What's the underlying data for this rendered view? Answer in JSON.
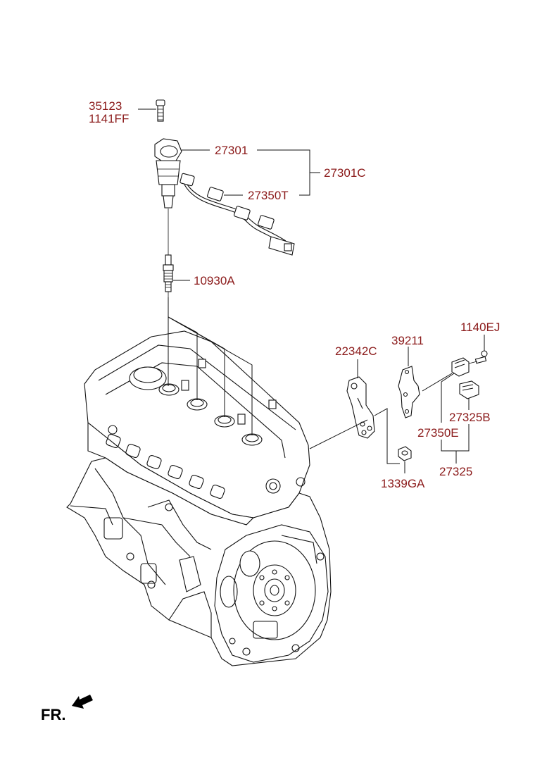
{
  "colors": {
    "label": "#8b1a1a",
    "line": "#111111"
  },
  "labels": {
    "p35123": "35123",
    "p1141ff": "1141FF",
    "p27301": "27301",
    "p27301c": "27301C",
    "p27350t": "27350T",
    "p10930a": "10930A",
    "p22342c": "22342C",
    "p39211": "39211",
    "p1140ej": "1140EJ",
    "p27325b": "27325B",
    "p27350e": "27350E",
    "p27325": "27325",
    "p1339ga": "1339GA"
  },
  "front_marker": {
    "text": "FR."
  }
}
